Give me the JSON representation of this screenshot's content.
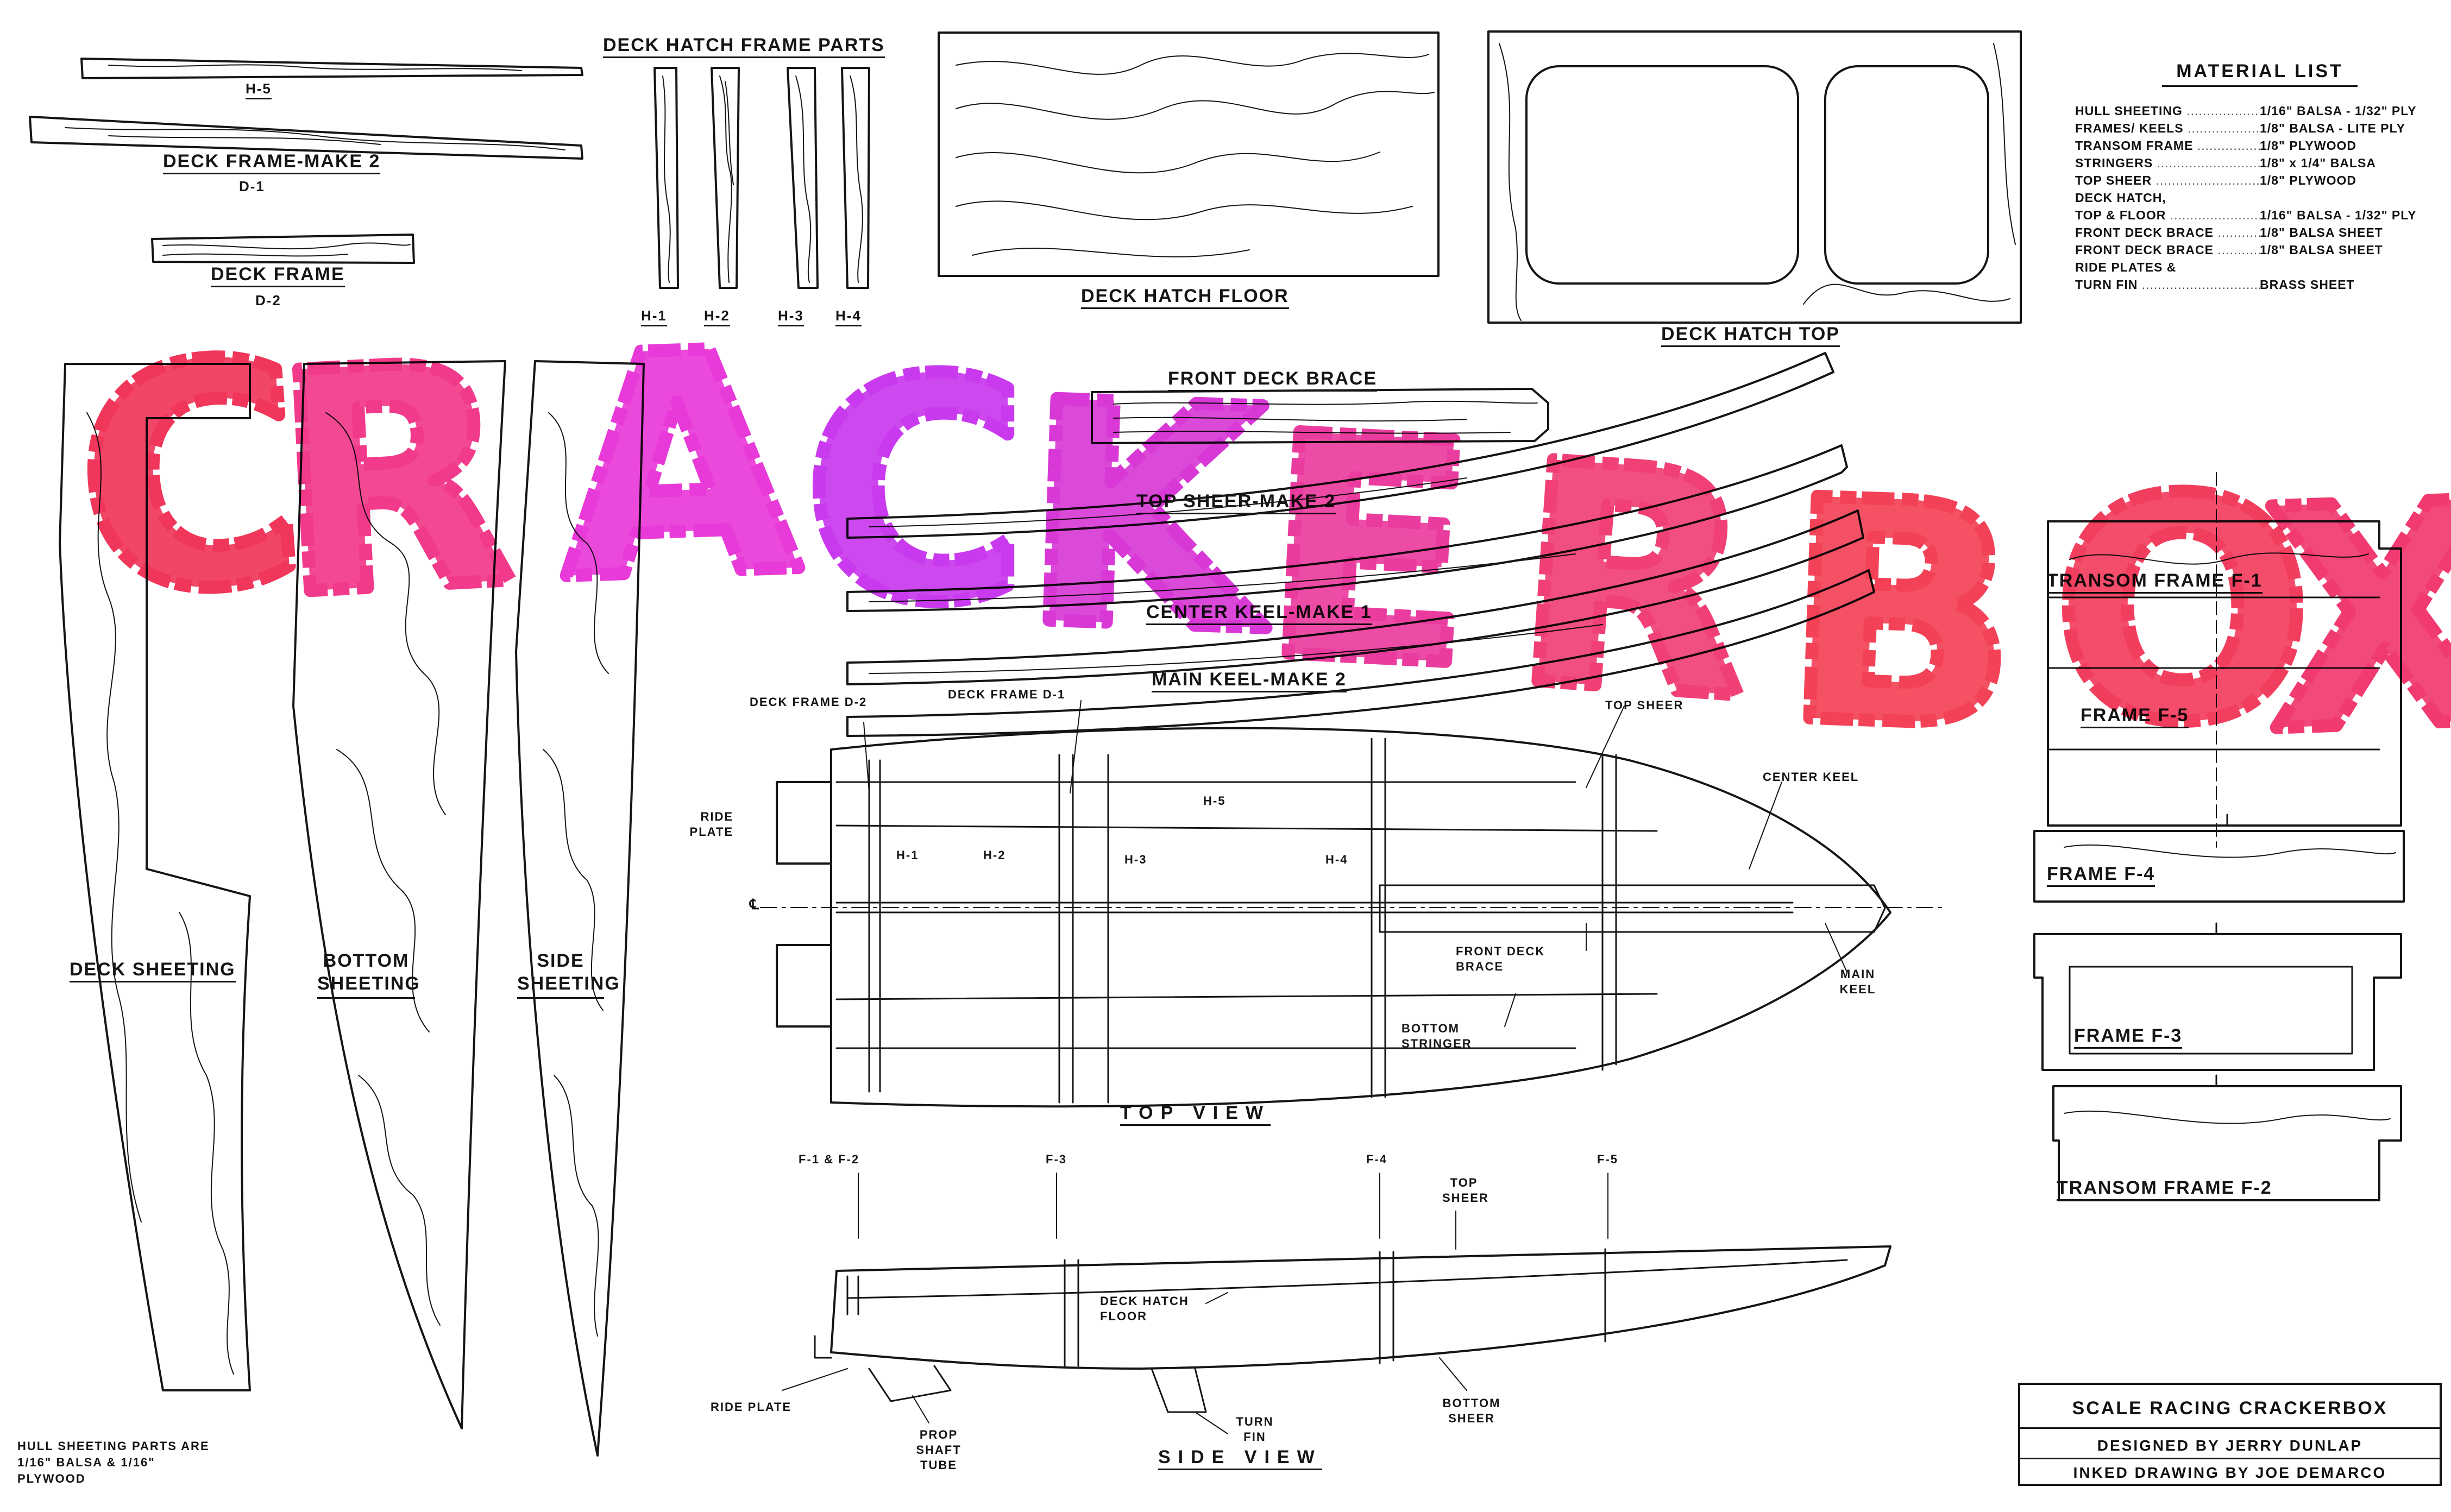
{
  "headings": {
    "deck_hatch_frame_parts": "DECK HATCH FRAME PARTS",
    "material_list": "MATERIAL LIST"
  },
  "parts": {
    "h5": "H-5",
    "deck_frame": "DECK FRAME-MAKE 2",
    "d1": "D-1",
    "deck_frame_2": "DECK FRAME",
    "d2": "D-2",
    "h1": "H-1",
    "h2": "H-2",
    "h3": "H-3",
    "h4": "H-4",
    "deck_hatch_floor": "DECK HATCH FLOOR",
    "deck_hatch_top": "DECK HATCH TOP",
    "front_deck_brace": "FRONT DECK BRACE",
    "top_sheer": "TOP SHEER-MAKE 2",
    "center_keel": "CENTER KEEL-MAKE 1",
    "main_keel": "MAIN KEEL-MAKE 2",
    "deck_sheeting": "DECK SHEETING",
    "bottom_sheeting": "BOTTOM SHEETING",
    "side_sheeting": "SIDE SHEETING",
    "transom_f1": "TRANSOM FRAME F-1",
    "frame_f5": "FRAME F-5",
    "frame_f4": "FRAME F-4",
    "frame_f3": "FRAME F-3",
    "transom_f2": "TRANSOM FRAME F-2"
  },
  "material_list": [
    {
      "item": "HULL SHEETING",
      "material": "1/16\" BALSA - 1/32\" PLY"
    },
    {
      "item": "FRAMES/ KEELS",
      "material": "1/8\" BALSA - LITE PLY"
    },
    {
      "item": "TRANSOM FRAME",
      "material": "1/8\" PLYWOOD"
    },
    {
      "item": "STRINGERS",
      "material": "1/8\" x 1/4\" BALSA"
    },
    {
      "item": "TOP SHEER",
      "material": "1/8\" PLYWOOD"
    },
    {
      "item": "DECK HATCH,",
      "material": ""
    },
    {
      "item": "TOP & FLOOR",
      "material": "1/16\" BALSA - 1/32\" PLY"
    },
    {
      "item": "FRONT DECK BRACE",
      "material": "1/8\" BALSA SHEET"
    },
    {
      "item": "FRONT DECK BRACE",
      "material": "1/8\" BALSA SHEET"
    },
    {
      "item": "RIDE PLATES &",
      "material": ""
    },
    {
      "item": "TURN FIN",
      "material": "BRASS SHEET"
    }
  ],
  "top_view": {
    "title": "TOP VIEW",
    "deck_frame_d2": "DECK FRAME D-2",
    "deck_frame_d1": "DECK FRAME D-1",
    "top_sheer": "TOP SHEER",
    "center_keel": "CENTER KEEL",
    "ride_plate": "RIDE PLATE",
    "h5": "H-5",
    "h1": "H-1",
    "h2": "H-2",
    "h3": "H-3",
    "h4": "H-4",
    "centerline": "℄",
    "front_deck_brace": "FRONT DECK BRACE",
    "main_keel": "MAIN KEEL",
    "bottom_stringer": "BOTTOM STRINGER",
    "f1f2": "F-1 & F-2",
    "f3": "F-3",
    "f4": "F-4",
    "f5": "F-5"
  },
  "side_view": {
    "title": "SIDE VIEW",
    "top_sheer": "TOP SHEER",
    "deck_hatch_floor": "DECK HATCH FLOOR",
    "ride_plate": "RIDE PLATE",
    "prop_shaft_tube": "PROP SHAFT TUBE",
    "turn_fin": "TURN FIN",
    "bottom_sheer": "BOTTOM SHEER"
  },
  "notes": {
    "hull_sheeting": "HULL SHEETING PARTS ARE 1/16\" BALSA & 1/16\" PLYWOOD"
  },
  "title_block": {
    "title": "SCALE RACING CRACKERBOX",
    "designer": "DESIGNED BY JERRY DUNLAP",
    "inker": "INKED DRAWING BY JOE DEMARCO"
  },
  "brand_overlay": {
    "text": "CRACKERBOX",
    "colors": [
      "#f0365a",
      "#f23a8a",
      "#e83ad8",
      "#c93aee",
      "#d839d6",
      "#ea3c9e",
      "#f04075",
      "#f34257",
      "#f23e5e",
      "#f13a70"
    ]
  }
}
